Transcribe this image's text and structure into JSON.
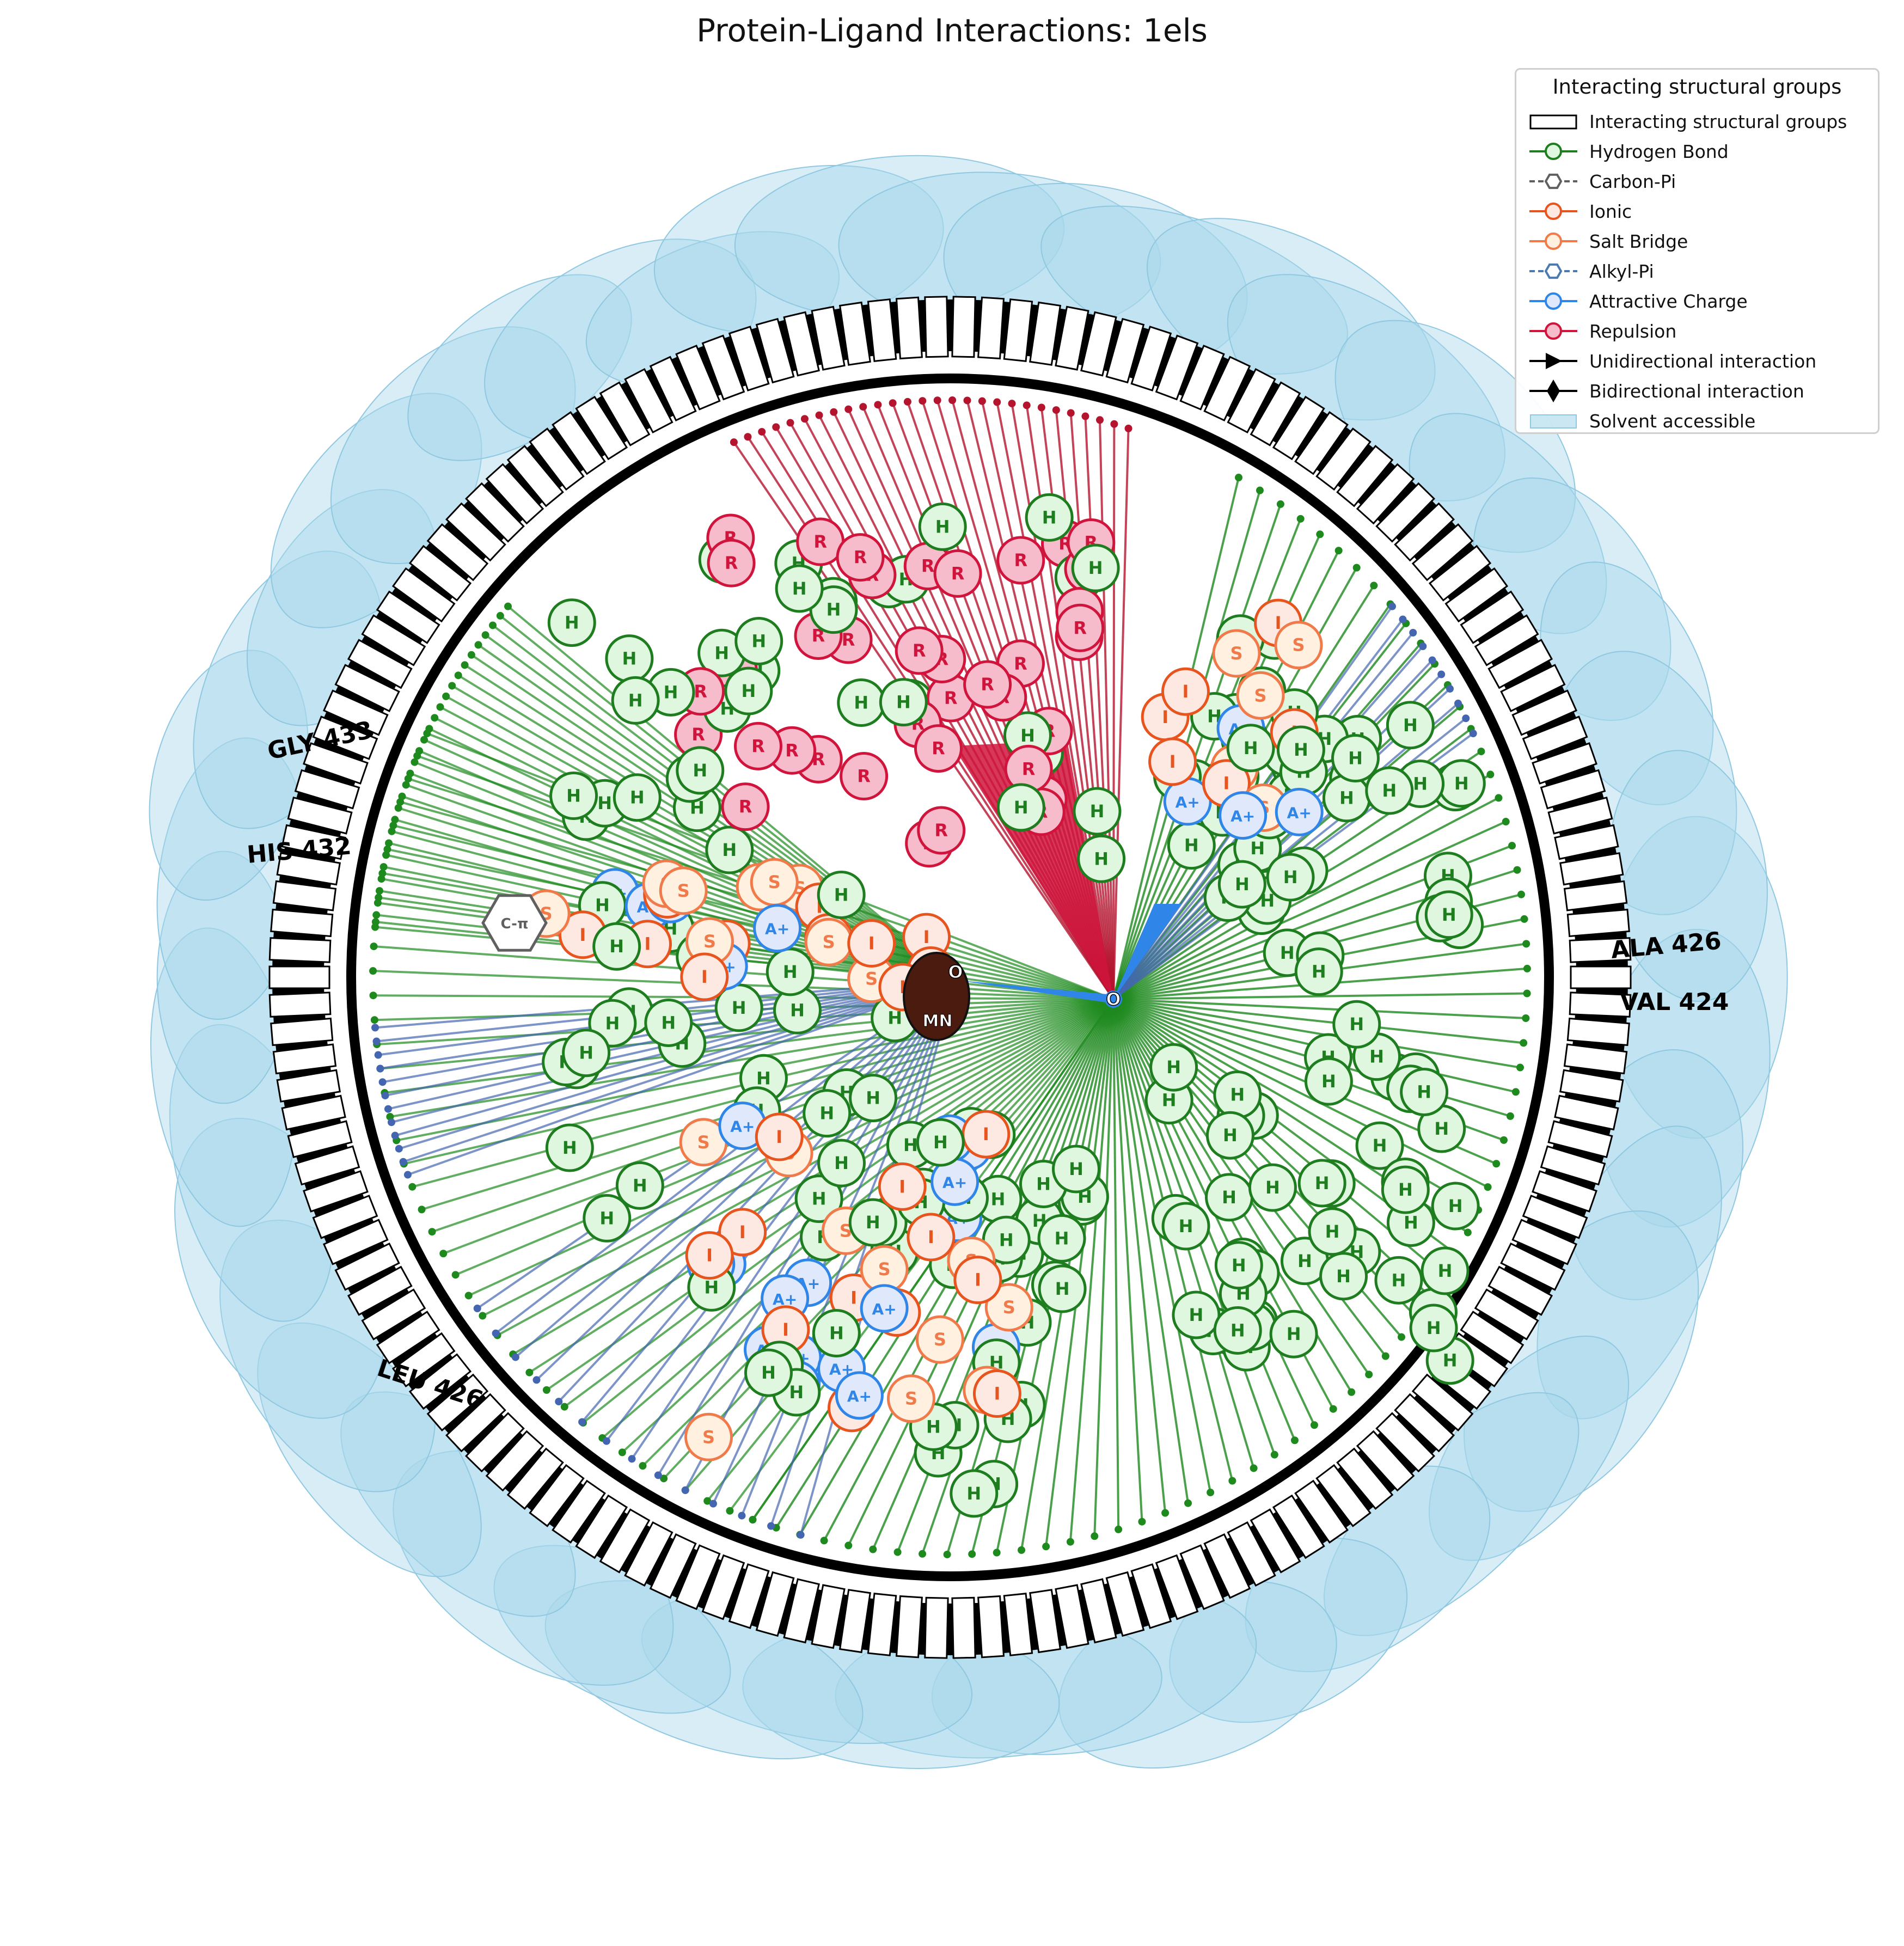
{
  "title": "Protein-Ligand Interactions: 1els",
  "legend": {
    "title": "Interacting structural groups",
    "items": [
      {
        "label": "Interacting structural groups",
        "kind": "box",
        "color": "#000000"
      },
      {
        "label": "Hydrogen Bond",
        "kind": "line-circle",
        "color": "#1e7d1e",
        "fill": "#dff7df",
        "dashed": false
      },
      {
        "label": "Carbon-Pi",
        "kind": "line-hex",
        "color": "#606060",
        "fill": "#ffffff",
        "dashed": true
      },
      {
        "label": "Ionic",
        "kind": "line-circle",
        "color": "#e8541e",
        "fill": "#fde8e2",
        "dashed": false
      },
      {
        "label": "Salt Bridge",
        "kind": "line-circle",
        "color": "#f07a4a",
        "fill": "#fff0e0",
        "dashed": false
      },
      {
        "label": "Alkyl-Pi",
        "kind": "line-hex",
        "color": "#4a7ab0",
        "fill": "#ffffff",
        "dashed": true
      },
      {
        "label": "Attractive Charge",
        "kind": "line-circle",
        "color": "#2f86e8",
        "fill": "#dfe9fb",
        "dashed": false
      },
      {
        "label": "Repulsion",
        "kind": "line-circle",
        "color": "#d0143c",
        "fill": "#f7bccb",
        "dashed": false
      },
      {
        "label": "Unidirectional interaction",
        "kind": "arrow",
        "color": "#000000"
      },
      {
        "label": "Bidirectional interaction",
        "kind": "diamond",
        "color": "#000000"
      },
      {
        "label": "Solvent accessible",
        "kind": "patch",
        "color": "#a8d8ea"
      }
    ]
  },
  "colors": {
    "hbond": "#1e7d1e",
    "hbond_fill": "#dff7df",
    "ionic": "#e8541e",
    "ionic_fill": "#fde8e2",
    "salt": "#f07a4a",
    "salt_fill": "#fff0e0",
    "attractive": "#2f86e8",
    "attractive_fill": "#dfe9fb",
    "repulsion": "#d0143c",
    "repulsion_fill": "#f7bccb",
    "carbonpi": "#606060",
    "alkylpi": "#4a7ab0",
    "solvent": "#a8d8ea"
  },
  "node_letters": {
    "hbond": "H",
    "ionic": "I",
    "salt": "S",
    "attractive": "A+",
    "repulsion": "R",
    "carbonpi": "C-π"
  },
  "ligand_atoms": [
    "O",
    "MN"
  ],
  "residue_labels": [
    "GLY 433",
    "HIS 432",
    "ALA 426",
    "VAL 424",
    "LEU 426"
  ]
}
